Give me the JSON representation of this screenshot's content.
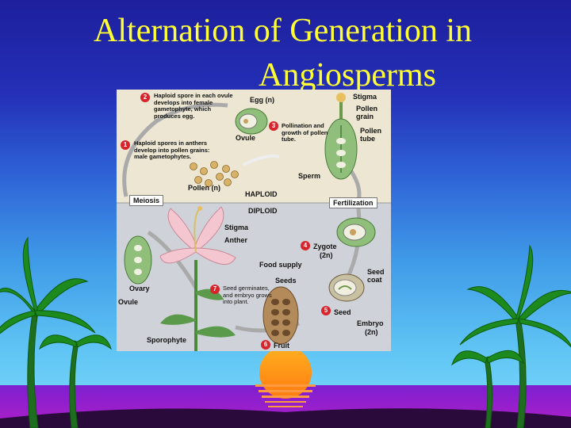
{
  "slide": {
    "title_line1": "Alternation of Generation in",
    "title_line2": "Angiosperms"
  },
  "diagram": {
    "steps": [
      {
        "num": "1",
        "text": "Haploid spores in anthers develop into pollen grains: male gametophytes."
      },
      {
        "num": "2",
        "text": "Haploid spore in each ovule develops into female gametophyte, which produces egg."
      },
      {
        "num": "3",
        "text": "Pollination and growth of pollen tube."
      },
      {
        "num": "4",
        "text": "Zygote"
      },
      {
        "num": "5",
        "text": "Seed"
      },
      {
        "num": "6",
        "text": "Fruit"
      },
      {
        "num": "7",
        "text": "Seed germinates, and embryo grows into plant."
      }
    ],
    "labels": {
      "egg": "Egg (n)",
      "ovule": "Ovule",
      "stigma_top": "Stigma",
      "pollen_grain": "Pollen grain",
      "pollen_tube": "Pollen tube",
      "sperm": "Sperm",
      "pollen": "Pollen (n)",
      "haploid": "HAPLOID",
      "diploid": "DIPLOID",
      "meiosis": "Meiosis",
      "fertilization": "Fertilization",
      "stigma": "Stigma",
      "anther": "Anther",
      "zygote_ploidy": "(2n)",
      "food_supply": "Food supply",
      "seeds": "Seeds",
      "seed_coat": "Seed coat",
      "ovary": "Ovary",
      "ovule_bottom": "Ovule",
      "embryo": "Embryo",
      "embryo_ploidy": "(2n)",
      "sporophyte": "Sporophyte"
    }
  },
  "colors": {
    "title": "#ffff33",
    "haploid_bg": "#ece6d2",
    "diploid_bg": "#cfd2d8",
    "step_badge": "#d8232a"
  }
}
